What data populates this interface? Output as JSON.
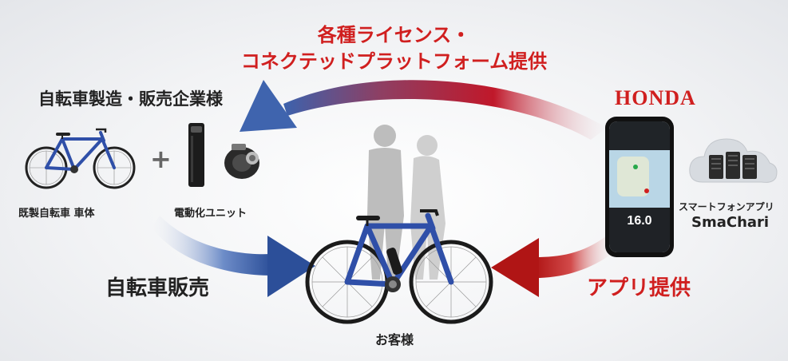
{
  "top_title": {
    "line1": "各種ライセンス・",
    "line2": "コネクテッドプラットフォーム提供"
  },
  "maker": {
    "label": "自転車製造・販売企業様"
  },
  "frame": {
    "label": "既製自転車 車体"
  },
  "plus_sign": "+",
  "unit": {
    "label": "電動化ユニット"
  },
  "sales": {
    "label": "自転車販売"
  },
  "customer": {
    "label": "お客様"
  },
  "honda": {
    "logo": "HONDA"
  },
  "app": {
    "caption": "スマートフォンアプリ",
    "name": "SmaChari",
    "speed": "16.0"
  },
  "provide": {
    "label": "アプリ提供"
  },
  "colors": {
    "red": "#d01f1f",
    "blue": "#2c4f99",
    "frame_blue": "#2f4fa8"
  }
}
